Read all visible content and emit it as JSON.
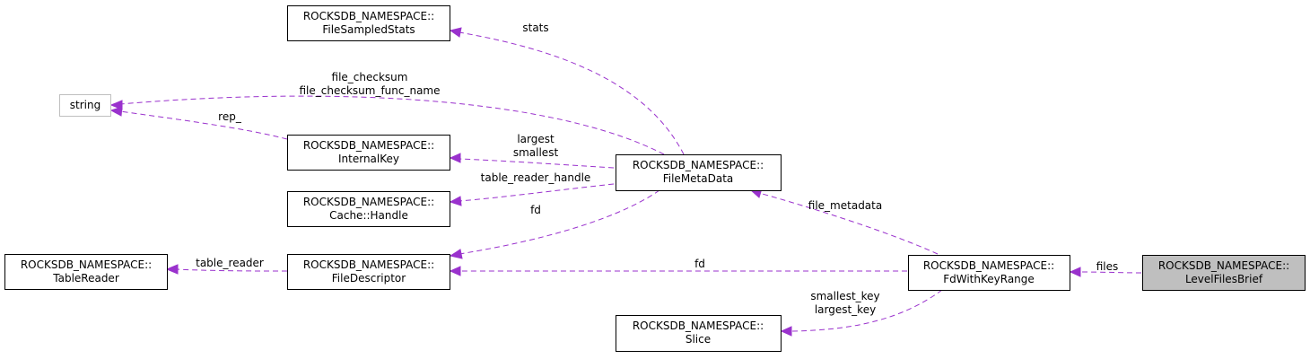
{
  "diagram": {
    "nodes": {
      "file_sampled_stats": {
        "line1": "ROCKSDB_NAMESPACE::",
        "line2": "FileSampledStats"
      },
      "string": {
        "line1": "string"
      },
      "internal_key": {
        "line1": "ROCKSDB_NAMESPACE::",
        "line2": "InternalKey"
      },
      "cache_handle": {
        "line1": "ROCKSDB_NAMESPACE::",
        "line2": "Cache::Handle"
      },
      "table_reader": {
        "line1": "ROCKSDB_NAMESPACE::",
        "line2": "TableReader"
      },
      "file_descriptor": {
        "line1": "ROCKSDB_NAMESPACE::",
        "line2": "FileDescriptor"
      },
      "slice": {
        "line1": "ROCKSDB_NAMESPACE::",
        "line2": "Slice"
      },
      "file_meta_data": {
        "line1": "ROCKSDB_NAMESPACE::",
        "line2": "FileMetaData"
      },
      "fd_with_key_range": {
        "line1": "ROCKSDB_NAMESPACE::",
        "line2": "FdWithKeyRange"
      },
      "level_files_brief": {
        "line1": "ROCKSDB_NAMESPACE::",
        "line2": "LevelFilesBrief"
      }
    },
    "edges": {
      "stats": {
        "label": "stats"
      },
      "file_checksum": {
        "label1": "file_checksum",
        "label2": "file_checksum_func_name"
      },
      "rep": {
        "label": "rep_"
      },
      "largest_smallest": {
        "label1": "largest",
        "label2": "smallest"
      },
      "table_reader_handle": {
        "label": "table_reader_handle"
      },
      "fd_from_meta": {
        "label": "fd"
      },
      "table_reader": {
        "label": "table_reader"
      },
      "fd_from_range": {
        "label": "fd"
      },
      "file_metadata": {
        "label": "file_metadata"
      },
      "smallest_largest_key": {
        "label1": "smallest_key",
        "label2": "largest_key"
      },
      "files": {
        "label": "files"
      }
    },
    "colors": {
      "edge": "#9a32cd",
      "focus_fill": "#bfbfbf",
      "external_border": "#bfbfbf"
    }
  }
}
